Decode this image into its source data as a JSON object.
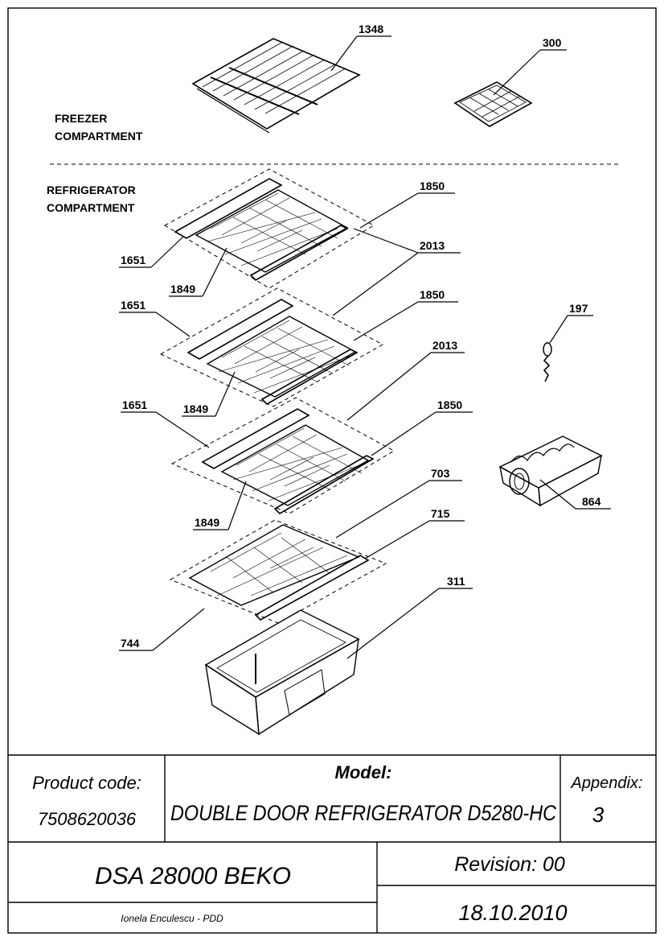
{
  "sections": {
    "freezer": [
      "FREEZER",
      "COMPARTMENT"
    ],
    "refrigerator": [
      "REFRIGERATOR",
      "COMPARTMENT"
    ]
  },
  "parts": {
    "wire_shelf": "1348",
    "ice_tray": "300",
    "glass_1": "1849",
    "glass_2": "1849",
    "glass_3": "1849",
    "rear_profile_1": "1651",
    "rear_profile_2": "1651",
    "rear_profile_3": "1651",
    "front_profile_1": "1850",
    "front_profile_2": "1850",
    "front_profile_3": "1850",
    "shelf_assembly_1": "2013",
    "shelf_assembly_2": "2013",
    "crisper_glass": "703",
    "crisper_profile": "715",
    "crisper_cover": "744",
    "crisper": "311",
    "pin": "197",
    "egg_holder": "864"
  },
  "title_block": {
    "product_code_label": "Product code:",
    "product_code": "7508620036",
    "model_label": "Model:",
    "model": "DOUBLE DOOR REFRIGERATOR D5280-HC",
    "appendix_label": "Appendix:",
    "appendix": "3",
    "document": "DSA 28000 BEKO",
    "revision": "Revision: 00",
    "date": "18.10.2010",
    "author": "Ionela Enculescu - PDD"
  }
}
